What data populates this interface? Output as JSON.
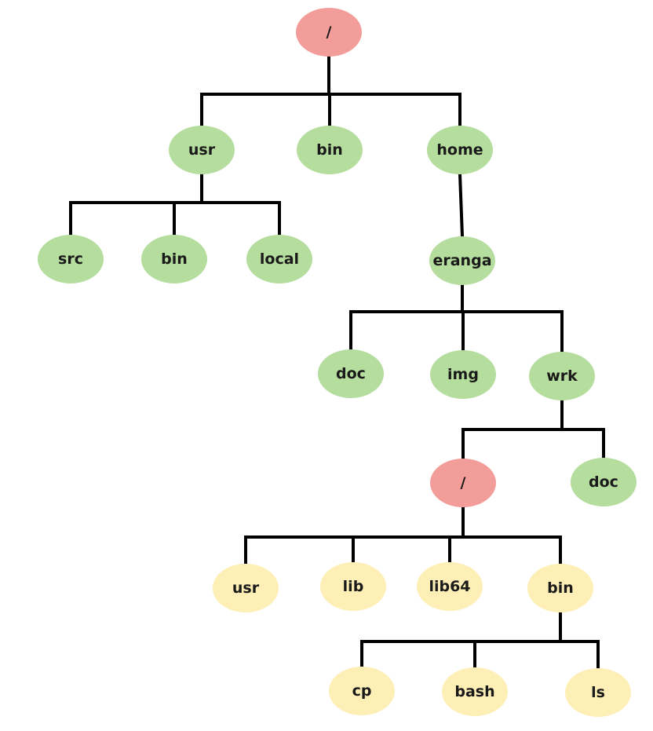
{
  "palette": {
    "root": "#f29d9a",
    "system": "#b5dd9e",
    "jail": "#fdefb6"
  },
  "nodes": [
    {
      "id": "root",
      "label": "/",
      "kind": "root"
    },
    {
      "id": "usr",
      "label": "usr",
      "kind": "system"
    },
    {
      "id": "bin",
      "label": "bin",
      "kind": "system"
    },
    {
      "id": "home",
      "label": "home",
      "kind": "system"
    },
    {
      "id": "usr-src",
      "label": "src",
      "kind": "system"
    },
    {
      "id": "usr-bin",
      "label": "bin",
      "kind": "system"
    },
    {
      "id": "usr-local",
      "label": "local",
      "kind": "system"
    },
    {
      "id": "eranga",
      "label": "eranga",
      "kind": "system"
    },
    {
      "id": "eranga-doc",
      "label": "doc",
      "kind": "system"
    },
    {
      "id": "eranga-img",
      "label": "img",
      "kind": "system"
    },
    {
      "id": "eranga-wrk",
      "label": "wrk",
      "kind": "system"
    },
    {
      "id": "jail-root",
      "label": "/",
      "kind": "root"
    },
    {
      "id": "wrk-doc",
      "label": "doc",
      "kind": "system"
    },
    {
      "id": "jail-usr",
      "label": "usr",
      "kind": "jail"
    },
    {
      "id": "jail-lib",
      "label": "lib",
      "kind": "jail"
    },
    {
      "id": "jail-lib64",
      "label": "lib64",
      "kind": "jail"
    },
    {
      "id": "jail-bin",
      "label": "bin",
      "kind": "jail"
    },
    {
      "id": "jail-cp",
      "label": "cp",
      "kind": "jail"
    },
    {
      "id": "jail-bash",
      "label": "bash",
      "kind": "jail"
    },
    {
      "id": "jail-ls",
      "label": "ls",
      "kind": "jail"
    }
  ],
  "edges": [
    {
      "parent": "root",
      "children": [
        "usr",
        "bin",
        "home"
      ]
    },
    {
      "parent": "usr",
      "children": [
        "usr-src",
        "usr-bin",
        "usr-local"
      ]
    },
    {
      "parent": "home",
      "children": [
        "eranga"
      ]
    },
    {
      "parent": "eranga",
      "children": [
        "eranga-doc",
        "eranga-img",
        "eranga-wrk"
      ]
    },
    {
      "parent": "eranga-wrk",
      "children": [
        "jail-root",
        "wrk-doc"
      ]
    },
    {
      "parent": "jail-root",
      "children": [
        "jail-usr",
        "jail-lib",
        "jail-lib64",
        "jail-bin"
      ]
    },
    {
      "parent": "jail-bin",
      "children": [
        "jail-cp",
        "jail-bash",
        "jail-ls"
      ]
    }
  ]
}
